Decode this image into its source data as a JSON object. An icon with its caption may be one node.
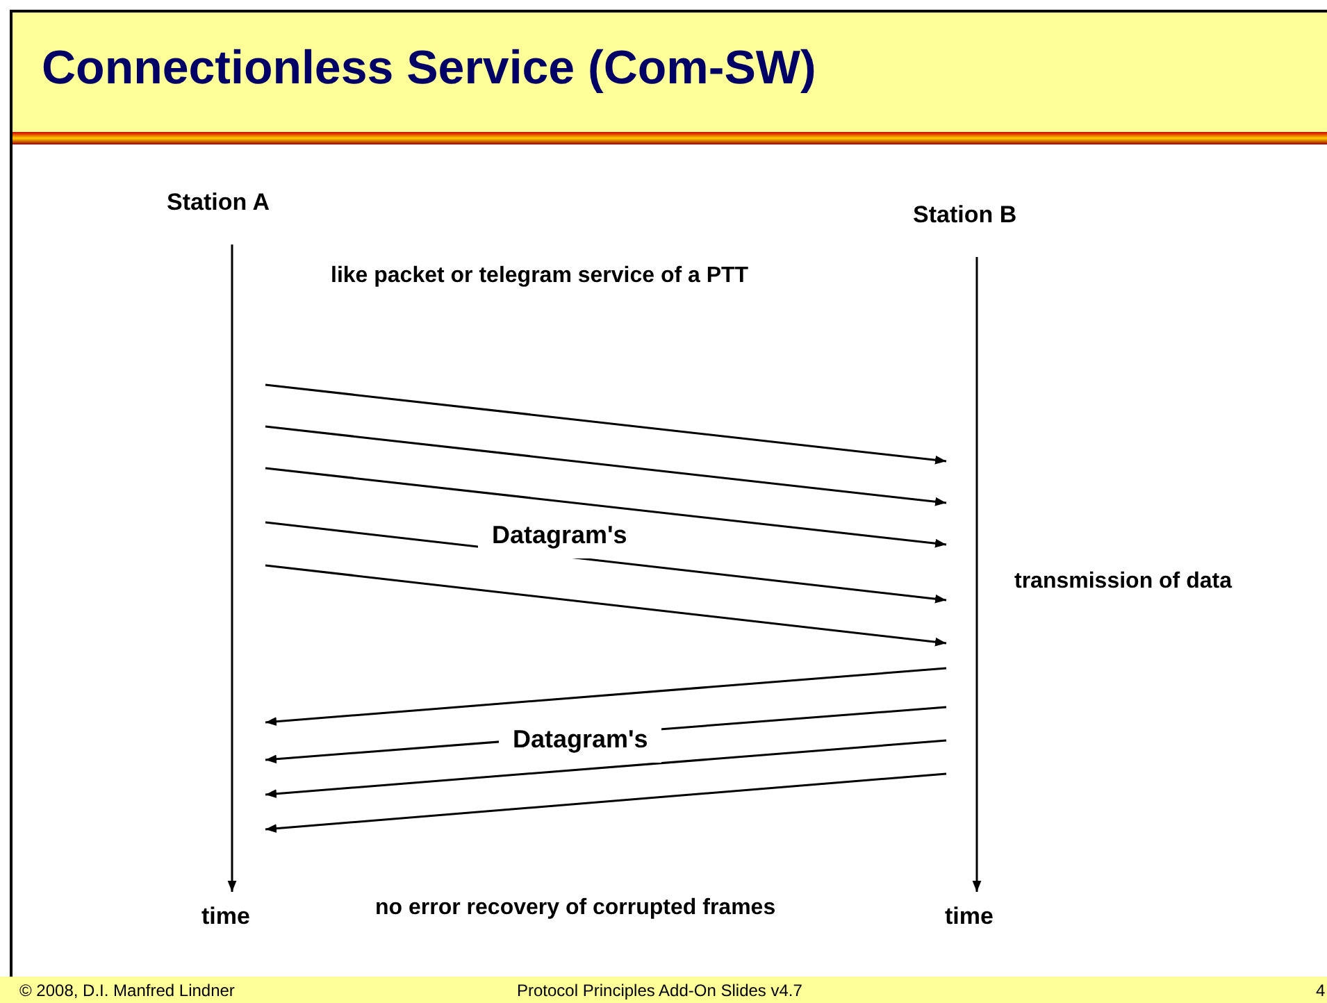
{
  "diagram": {
    "title": "Connectionless Service (Com-SW)",
    "nodes": [
      {
        "text": [
          "Station A"
        ]
      },
      {
        "text": [
          "time"
        ]
      },
      {
        "text": [
          "Station B"
        ]
      },
      {
        "text": [
          "time"
        ]
      }
    ],
    "edges": [
      {
        "from": 0,
        "to": 1,
        "arrow": "to"
      },
      {
        "from": 2,
        "to": 3,
        "arrow": "to"
      }
    ],
    "labels": [
      "like packet or telegram service of a PTT",
      "Datagram's",
      "transmission of data",
      "Datagram's",
      "no error recovery of corrupted frames",
      "© 2008, D.I. Manfred Lindner",
      "Protocol Principles Add-On Slides v4.7",
      "4"
    ]
  }
}
